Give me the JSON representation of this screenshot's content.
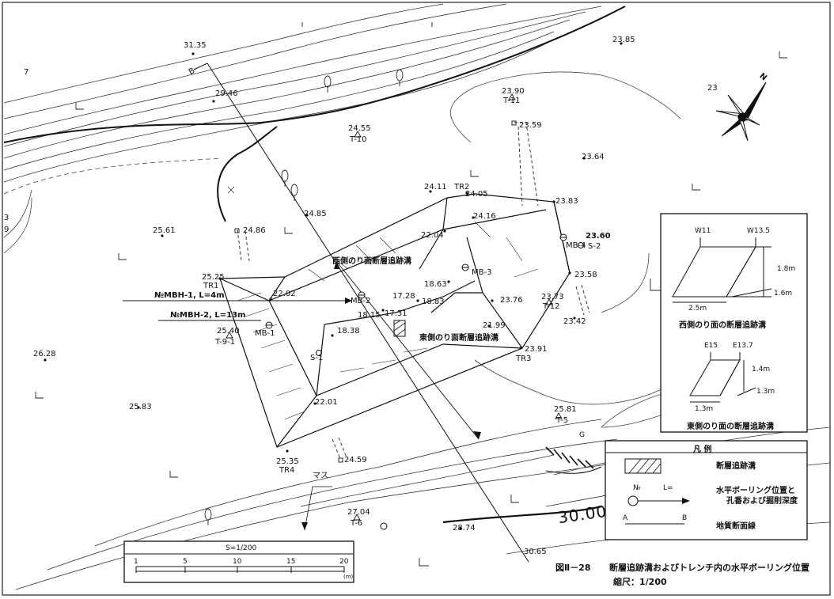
{
  "spot_heights": {
    "h1": "31.35",
    "h2": "29.46",
    "h3": "23.85",
    "h4": "23.90",
    "h5": "24.55",
    "h6": "23.59",
    "h7": "23.64",
    "h8": "24.11",
    "h9": "24.05",
    "h10": "24.16",
    "h11": "23.83",
    "h12": "24.86",
    "h13": "24.85",
    "h14": "25.61",
    "h15": "22.04",
    "h16": "23.60",
    "h17": "25.25",
    "h18": "22.02",
    "h19": "18.63",
    "h20": "18.83",
    "h21": "17.28",
    "h22": "23.58",
    "h23": "18.15",
    "h24": "17.31",
    "h25": "23.76",
    "h26": "23.73",
    "h27": "25.40",
    "h28": "18.38",
    "h29": "21.99",
    "h30": "23.42",
    "h31": "26.28",
    "h32": "23.91",
    "h33": "22.01",
    "h34": "25.83",
    "h35": "25.81",
    "h36": "25.35",
    "h37": "24.59",
    "h38": "27.04",
    "h39": "28.74",
    "h40": "30.65",
    "h41": "23"
  },
  "station_labels": {
    "t11": "T-11",
    "t10": "T-10",
    "tr2": "TR2",
    "tr1": "TR1",
    "mb4": "MB-4",
    "s2": "S-2",
    "mb3": "MB-3",
    "mb2": "MB-2",
    "t12": "T-12",
    "t91": "T-9-1",
    "mb1": "MB-1",
    "s1": "S-1",
    "tr3": "TR3",
    "t5": "T-5",
    "tr4": "TR4",
    "t6": "T-6",
    "masu": "マス",
    "b": "B",
    "g": "G",
    "edge_7": "7",
    "edge_3": "3",
    "edge_9": "9"
  },
  "map_labels": {
    "west_trench": "西側のり面断層追跡溝",
    "east_trench": "東側のり面断層追跡溝",
    "boring1": "№MBH-1, L=4m",
    "boring2": "№MBH-2, L=13m",
    "contour_30": "30.00"
  },
  "inset": {
    "w11": "W11",
    "w135": "W13.5",
    "d18": "1.8m",
    "d16": "1.6m",
    "d25": "2.5m",
    "west_title": "西側のり面の断層追跡溝",
    "e15": "E15",
    "e137": "E13.7",
    "d14": "1.4m",
    "d13a": "1.3m",
    "d13b": "1.3m",
    "east_title": "東側のり面の断層追跡溝"
  },
  "legend": {
    "title": "凡 例",
    "trench": "断層追跡溝",
    "no": "№",
    "l": "L=",
    "boring_line1": "水平ボーリング位置と",
    "boring_line2": "孔番および掘削深度",
    "a": "A",
    "b": "B",
    "section": "地質断面線"
  },
  "scale_bar": {
    "title": "S=1/200",
    "ticks": [
      "1",
      "5",
      "10",
      "15",
      "20"
    ],
    "unit": "(m)"
  },
  "caption": {
    "figure": "図Ⅱ－28",
    "title": "断層追跡溝およびトレンチ内の水平ボーリング位置",
    "scale": "縮尺：1/200"
  },
  "north": "N"
}
